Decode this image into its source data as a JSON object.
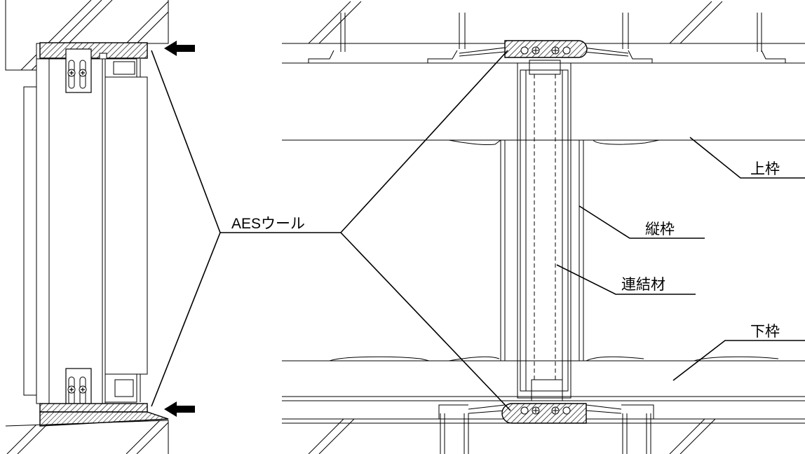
{
  "labels": {
    "wool": "AESウール",
    "top_frame": "上枠",
    "vertical_frame": "縦枠",
    "connector": "連結材",
    "bottom_frame": "下枠"
  },
  "colors": {
    "line": "#000000",
    "background": "#ffffff"
  }
}
